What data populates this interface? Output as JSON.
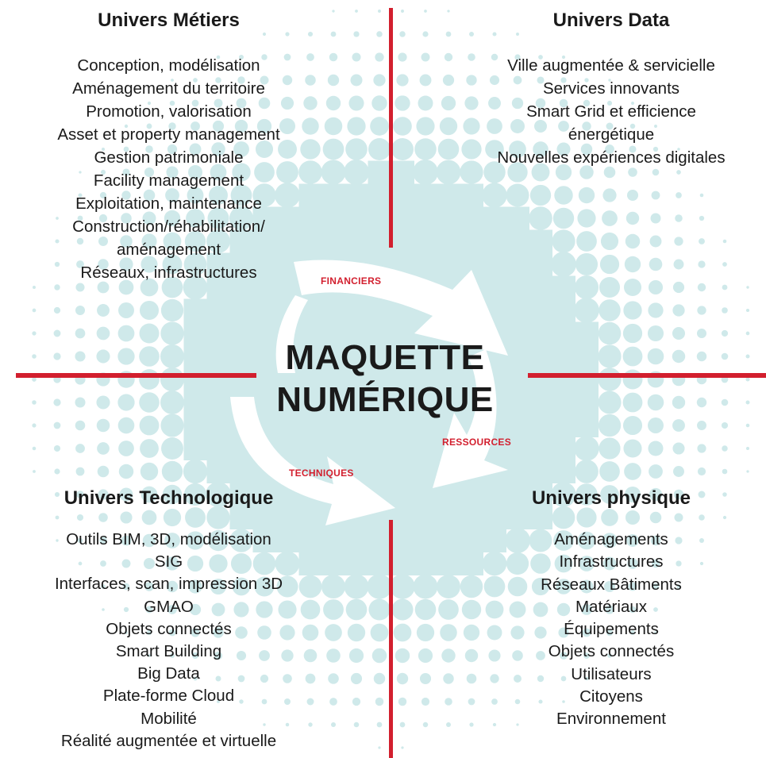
{
  "center": {
    "line1": "MAQUETTE",
    "line2": "NUMÉRIQUE"
  },
  "arrows": {
    "financiers": "FINANCIERS",
    "ressources": "RESSOURCES",
    "techniques": "TECHNIQUES"
  },
  "colors": {
    "accent_red": "#d21f2e",
    "dot_teal": "#cfe9ea",
    "arrow_white": "#ffffff",
    "text": "#1a1a1a"
  },
  "quadrants": {
    "metiers": {
      "title": "Univers Métiers",
      "items": [
        "Conception, modélisation",
        "Aménagement du territoire",
        "Promotion, valorisation",
        "Asset et property management",
        "Gestion patrimoniale",
        "Facility management",
        "Exploitation, maintenance",
        "Construction/réhabilitation/",
        "aménagement",
        "Réseaux, infrastructures"
      ]
    },
    "data": {
      "title": "Univers Data",
      "items": [
        "Ville augmentée & servicielle",
        "Services innovants",
        "Smart Grid et efficience",
        "énergétique",
        "Nouvelles expériences digitales"
      ]
    },
    "technologique": {
      "title": "Univers Technologique",
      "items": [
        "Outils BIM, 3D, modélisation",
        "SIG",
        "Interfaces, scan, impression 3D",
        "GMAO",
        "Objets connectés",
        "Smart Building",
        "Big Data",
        "Plate-forme Cloud",
        "Mobilité",
        "Réalité augmentée et virtuelle"
      ]
    },
    "physique": {
      "title": "Univers physique",
      "items": [
        "Aménagements",
        "Infrastructures",
        "Réseaux Bâtiments",
        "Matériaux",
        "Équipements",
        "Objets connectés",
        "Utilisateurs",
        "Citoyens",
        "Environnement"
      ]
    }
  }
}
